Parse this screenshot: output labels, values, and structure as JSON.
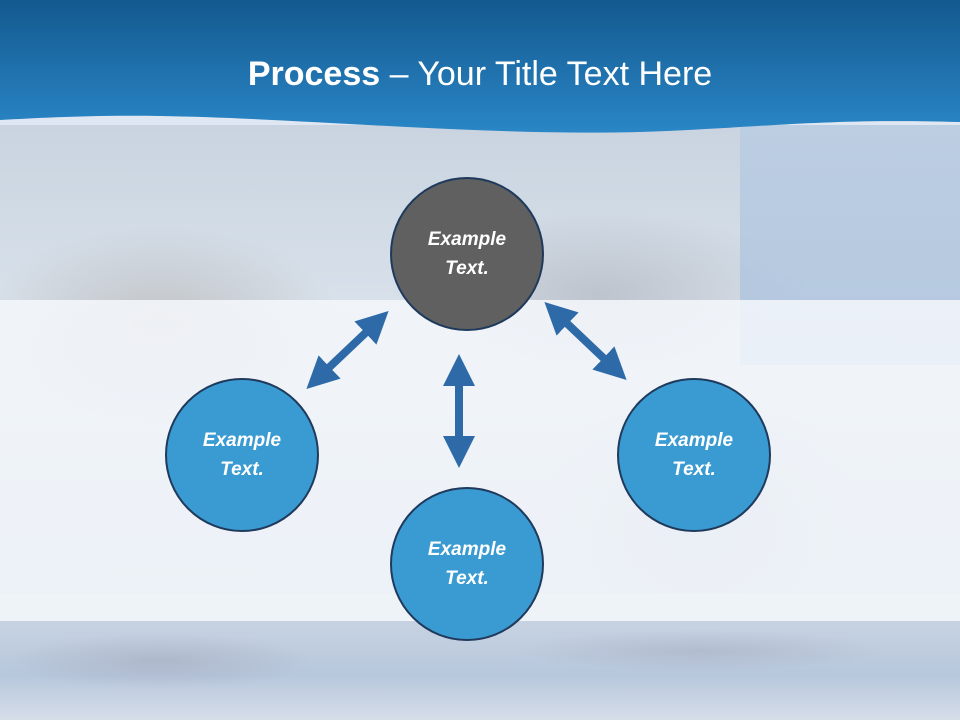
{
  "title": {
    "bold": "Process",
    "rest": " – Your Title Text Here"
  },
  "nodes": {
    "top": "Example Text.",
    "left": "Example Text.",
    "center": "Example Text.",
    "right": "Example Text."
  },
  "colors": {
    "header": "#1a6fab",
    "node_top": "#606060",
    "node_blue": "#3a9bd2",
    "node_border": "#1f3a5c",
    "arrow": "#2e6aa8"
  }
}
